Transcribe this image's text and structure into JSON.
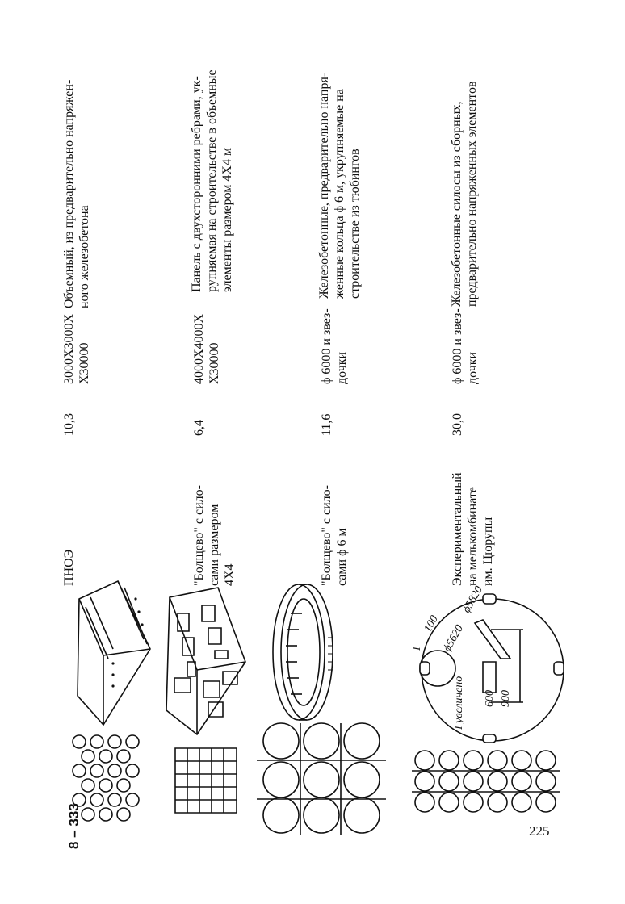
{
  "page": {
    "sheet_mark": "8 – 333",
    "page_number": "225"
  },
  "rows": [
    {
      "name_lines": [
        "ПНОЭ"
      ],
      "value": "10,3",
      "size_lines": [
        "3000Х3000Х",
        "Х30000"
      ],
      "desc_lines": [
        "Объемный, из предварительно напряжен-",
        "ного железобетона"
      ]
    },
    {
      "name_lines": [
        "\"Болщево\" с сило-",
        "сами размером",
        "4Х4"
      ],
      "value": "6,4",
      "size_lines": [
        "4000Х4000Х",
        "Х30000"
      ],
      "desc_lines": [
        "Панель с двухсторонними ребрами, ук-",
        "рупняемая на строительстве в объемные",
        "элементы размером 4Х4 м"
      ]
    },
    {
      "name_lines": [
        "\"Болщево\" с сило-",
        "сами ϕ 6 м"
      ],
      "value": "11,6",
      "size_lines": [
        "ϕ 6000 и звез-",
        "дочки"
      ],
      "desc_lines": [
        "Железобетонные, предварительно напря-",
        "женные кольца ϕ 6 м, укрупняемые на",
        "строительстве из тюбингов"
      ]
    },
    {
      "name_lines": [
        "Экспериментальный",
        "на мелькомбинате",
        "им. Цюрупы"
      ],
      "value": "30,0",
      "size_lines": [
        "ϕ 6000 и звез-",
        "дочки"
      ],
      "desc_lines": [
        "Железобетонные силосы из сборных,",
        "предварительно напряженных элементов"
      ]
    }
  ],
  "drawing_labels": {
    "enlarged": "I увеличено",
    "marker": "I",
    "dim_outer": "ϕ5820",
    "dim_inner": "ϕ5620",
    "dim_100": "100",
    "dim_600": "600",
    "dim_900": "900"
  }
}
